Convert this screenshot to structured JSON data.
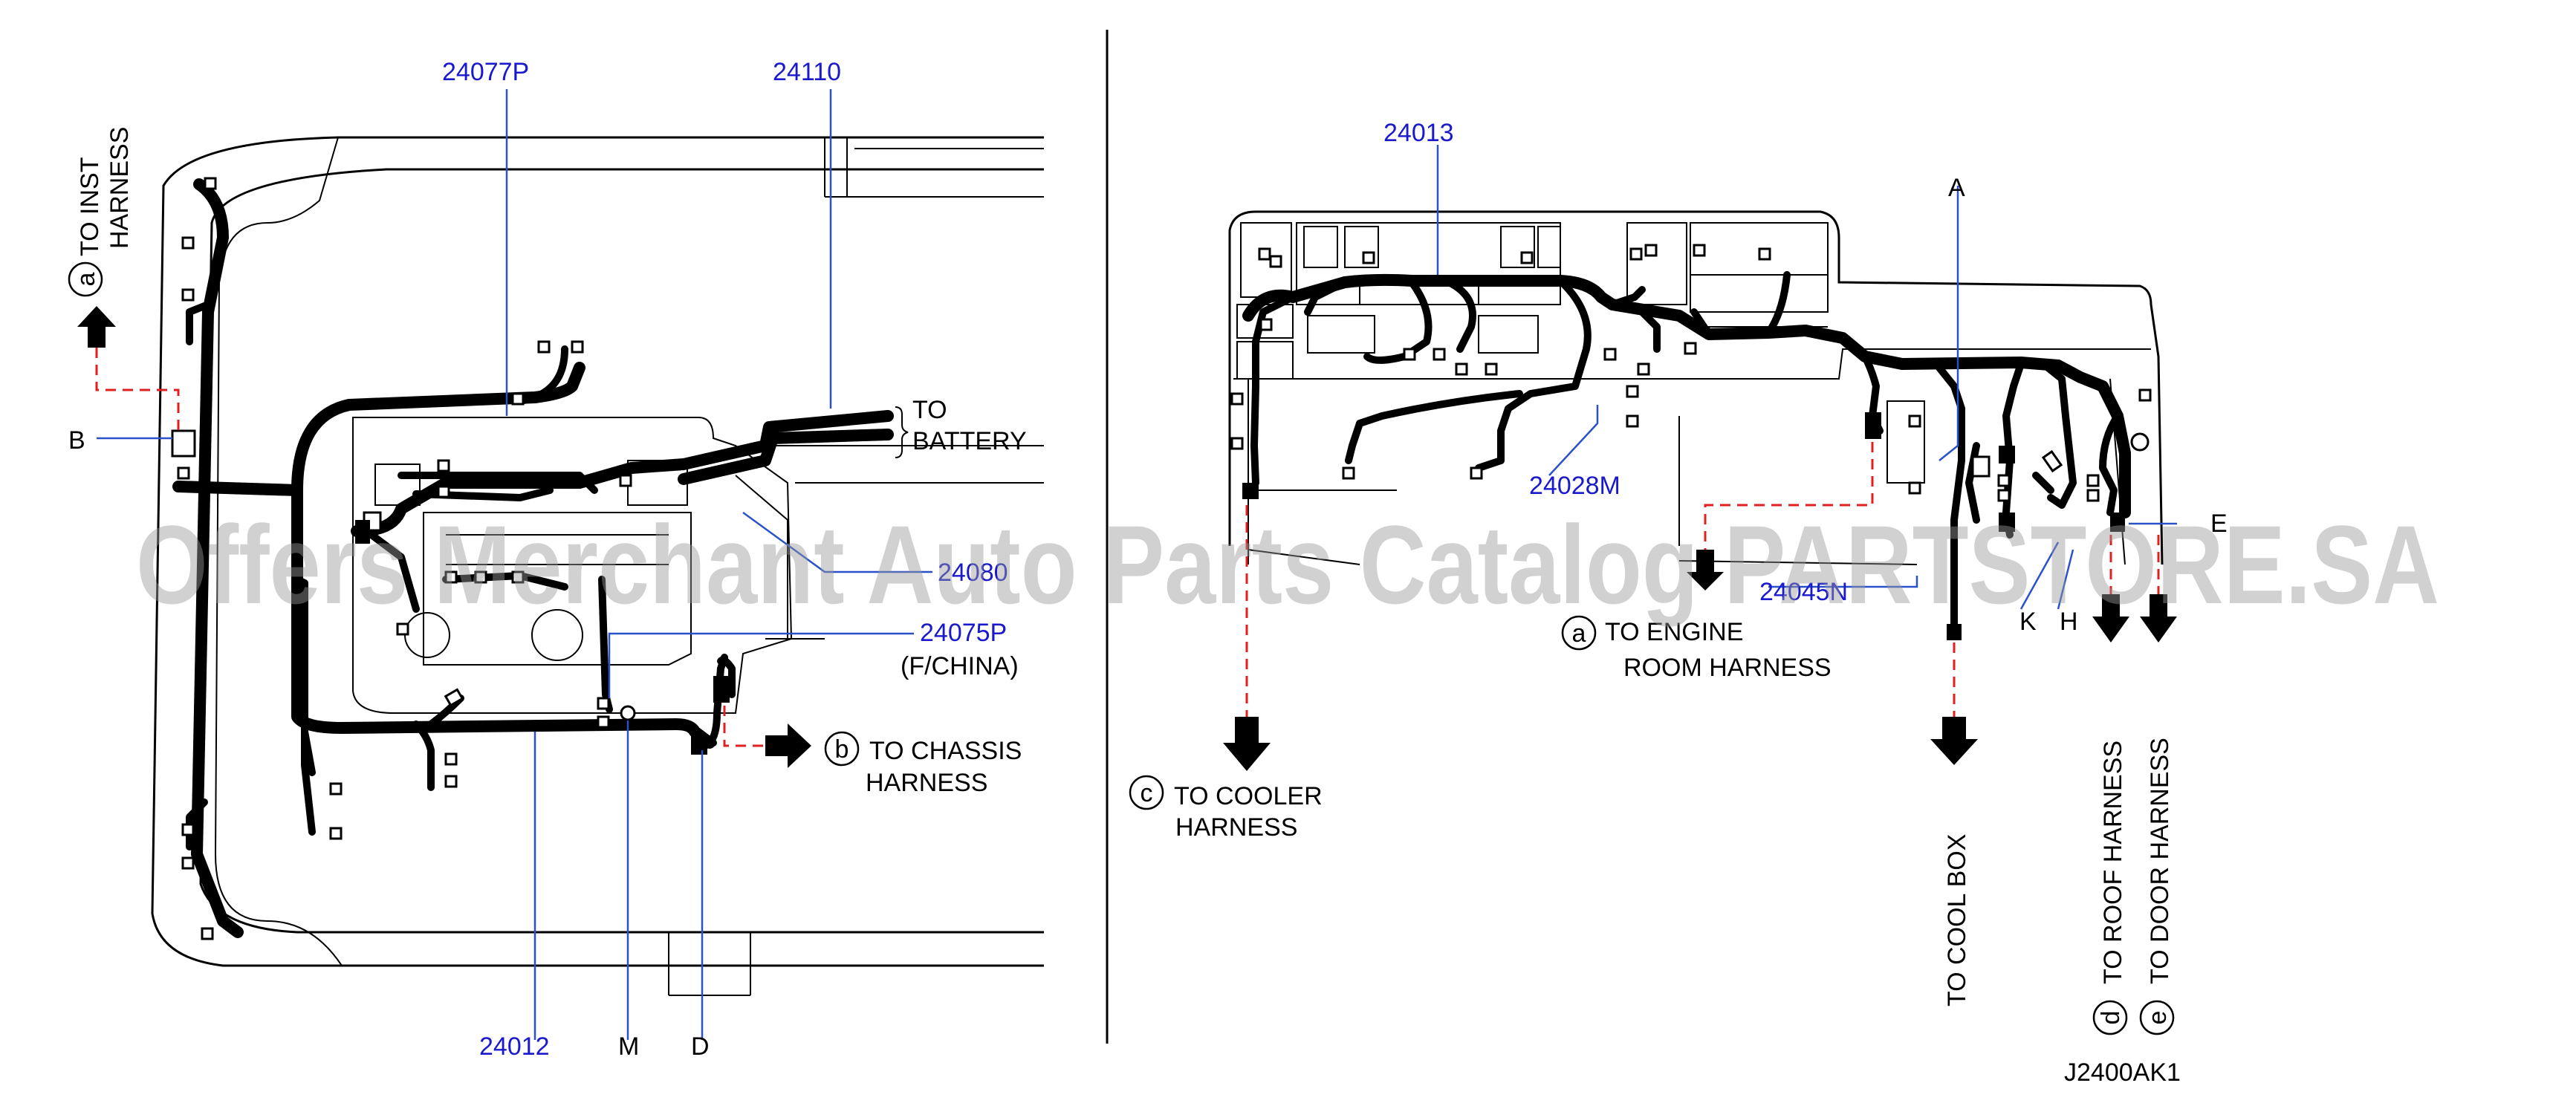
{
  "labels": {
    "p24077p": "24077P",
    "p24110": "24110",
    "to_battery_1": "TO",
    "to_battery_2": "BATTERY",
    "p24080": "24080",
    "p24075p": "24075P",
    "f_china": "(F/CHINA)",
    "to_chassis_1": "TO  CHASSIS",
    "to_chassis_2": "HARNESS",
    "p24012": "24012",
    "m": "M",
    "d": "D",
    "b": "B",
    "to_inst_1": "TO  INST",
    "to_inst_2": "HARNESS",
    "p24013": "24013",
    "a_top": "A",
    "p24028m": "24028M",
    "p24045n": "24045N",
    "to_engine_1": "TO  ENGINE",
    "to_engine_2": "ROOM  HARNESS",
    "to_cooler_1": "TO  COOLER",
    "to_cooler_2": "HARNESS",
    "k": "K",
    "h": "H",
    "e": "E",
    "to_cool_box": "TO  COOL  BOX",
    "to_roof": "TO  ROOF  HARNESS",
    "to_door": "TO  DOOR  HARNESS",
    "code": "J2400AK1"
  },
  "circles": {
    "a_left": "a",
    "b": "b",
    "a_right": "a",
    "c": "c",
    "d": "d",
    "e": "e"
  },
  "watermark": "Offers Merchant Auto Parts Catalog PARTSTORE.SA",
  "colors": {
    "part_number": "#1a1acc",
    "leader": "#2a52c8",
    "dashed_route": "#e02020",
    "harness": "#000000",
    "watermark": "#9a9a9a"
  }
}
